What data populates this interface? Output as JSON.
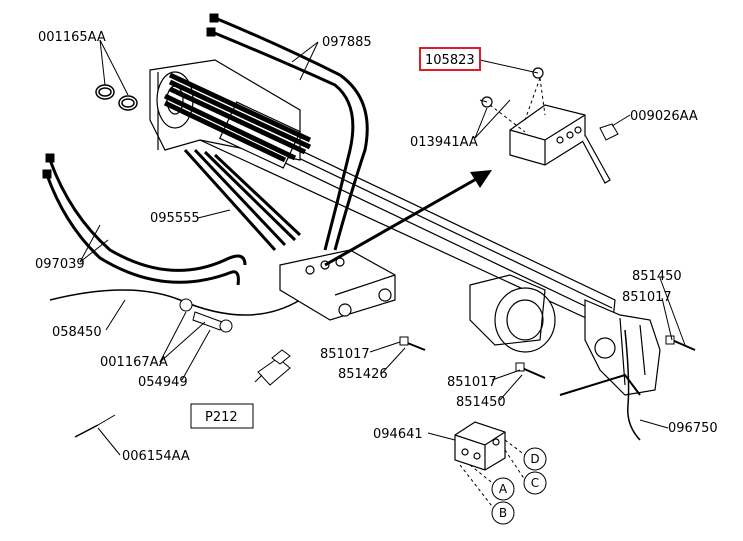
{
  "diagram": {
    "highlight_color": "#e01b24",
    "line_color": "#000000",
    "parts": {
      "p001165AA": "001165AA",
      "p097885": "097885",
      "p105823": "105823",
      "p009026AA": "009026AA",
      "p013941AA": "013941AA",
      "p095555": "095555",
      "p097039": "097039",
      "p058450": "058450",
      "p001167AA": "001167AA",
      "p054949": "054949",
      "p851017_a": "851017",
      "p851426": "851426",
      "p851017_b": "851017",
      "p851450_b": "851450",
      "p851450_a": "851450",
      "p851017_c": "851017",
      "p096750": "096750",
      "p094641": "094641",
      "p006154AA": "006154AA"
    },
    "connector_box": "P212",
    "circles": {
      "A": "A",
      "B": "B",
      "C": "C",
      "D": "D"
    }
  }
}
